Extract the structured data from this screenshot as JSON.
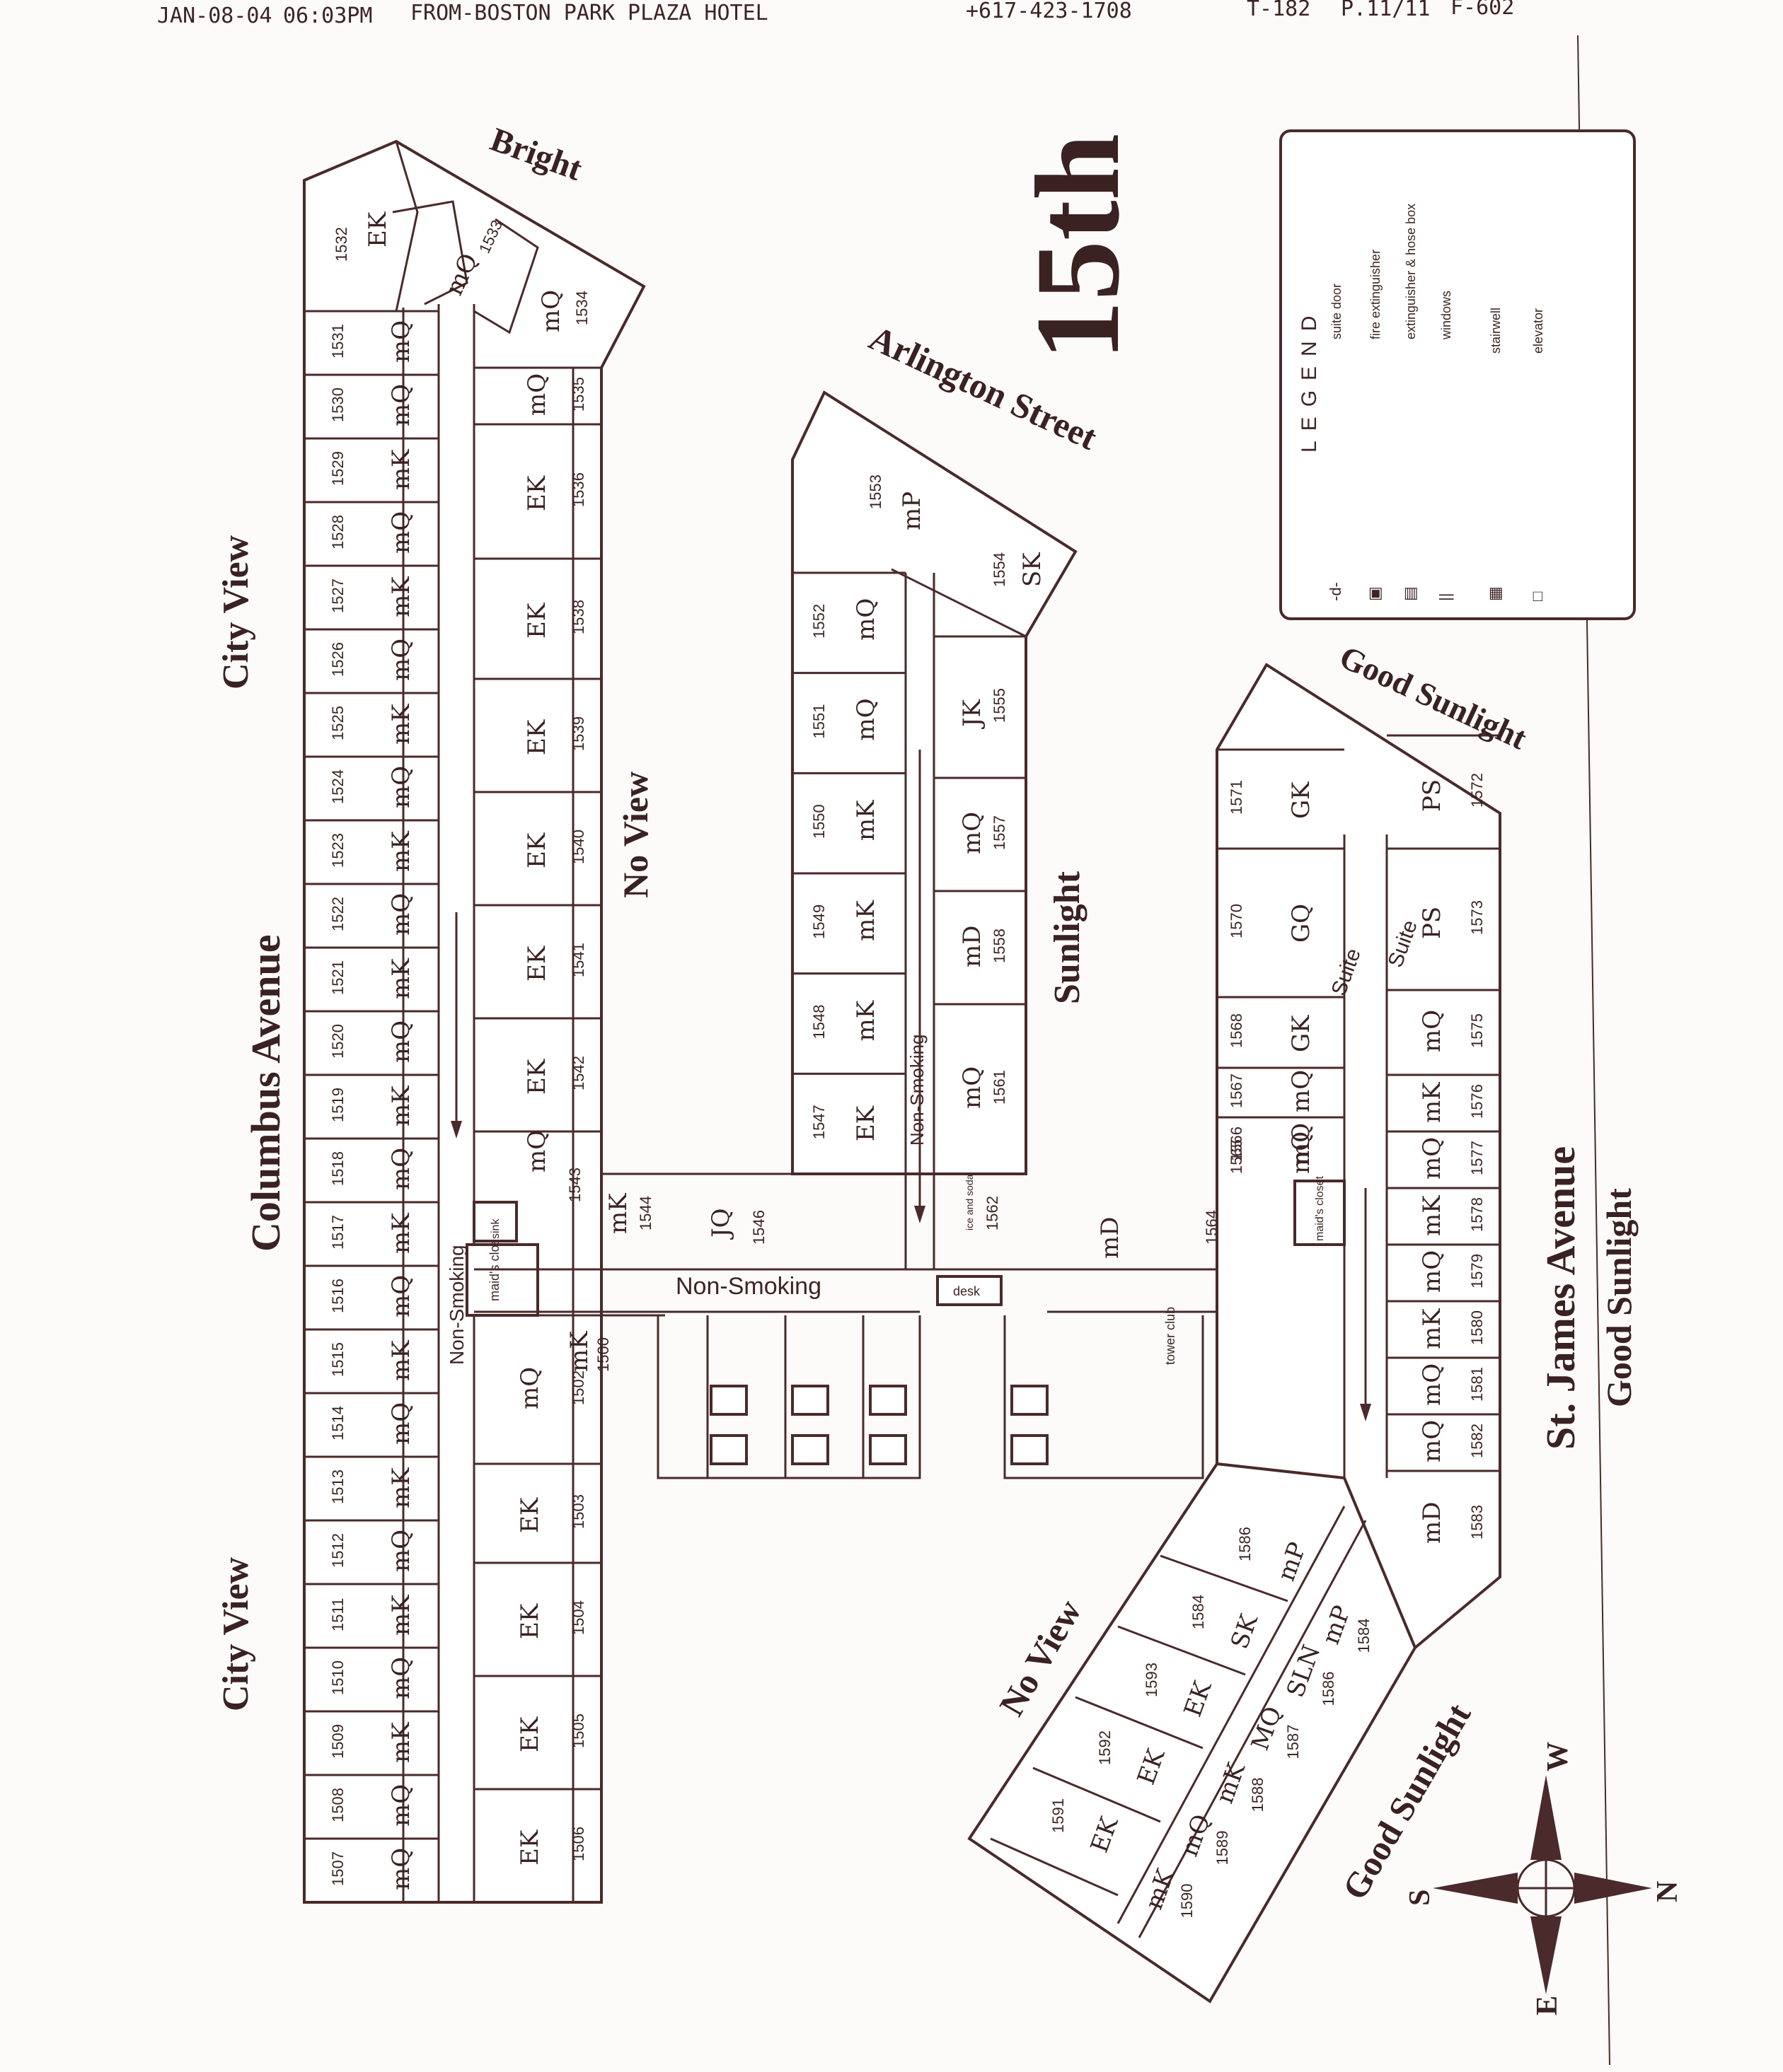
{
  "header": {
    "date": "JAN-08-04",
    "time": "06:03PM",
    "from": "FROM-BOSTON PARK PLAZA HOTEL",
    "phone": "+617-423-1708",
    "t": "T-182",
    "page": "P.11/11",
    "f": "F-602"
  },
  "floor": "15th",
  "streets": {
    "columbus": "Columbus Avenue",
    "st_james": "St. James Avenue",
    "arlington": "Arlington Street"
  },
  "views": {
    "city_top": "City View",
    "city_bottom": "City View",
    "bright": "Bright",
    "no_view_left": "No View",
    "no_view_right": "No View",
    "sunlight": "Sunlight",
    "good_sunlight_top": "Good Sunlight",
    "good_sunlight_right": "Good Sunlight",
    "good_sunlight_bottom": "Good Sunlight"
  },
  "labels": {
    "non_smoking_h": "Non-Smoking",
    "non_smoking_v1": "Non-Smoking",
    "non_smoking_v2": "Non-Smoking",
    "maids_closet_1": "maid's closet",
    "maids_closet_2": "maid's closet",
    "ice_soda": "ice and soda",
    "desk": "desk",
    "tower_club": "tower club",
    "sink": "sink",
    "suite_1": "Suite",
    "suite_2": "Suite"
  },
  "legend": {
    "title": "LEGEND",
    "items": [
      {
        "symbol": "-d-",
        "label": "suite door"
      },
      {
        "symbol": "▣",
        "label": "fire extinguisher"
      },
      {
        "symbol": "▤",
        "label": "extinguisher & hose box"
      },
      {
        "symbol": "||",
        "label": "windows"
      },
      {
        "symbol": "▦",
        "label": "stairwell"
      },
      {
        "symbol": "□",
        "label": "elevator"
      }
    ]
  },
  "compass": {
    "w": "W",
    "n": "N",
    "s": "S",
    "e": "E"
  },
  "rooms_outer_left": [
    {
      "num": "1532",
      "code": "EK"
    },
    {
      "num": "1531",
      "code": "mQ"
    },
    {
      "num": "1530",
      "code": "mQ"
    },
    {
      "num": "1529",
      "code": "mK"
    },
    {
      "num": "1528",
      "code": "mQ"
    },
    {
      "num": "1527",
      "code": "mK"
    },
    {
      "num": "1526",
      "code": "mQ"
    },
    {
      "num": "1525",
      "code": "mK"
    },
    {
      "num": "1524",
      "code": "mQ"
    },
    {
      "num": "1523",
      "code": "mK"
    },
    {
      "num": "1522",
      "code": "mQ"
    },
    {
      "num": "1521",
      "code": "mK"
    },
    {
      "num": "1520",
      "code": "mQ"
    },
    {
      "num": "1519",
      "code": "mK"
    },
    {
      "num": "1518",
      "code": "mQ"
    },
    {
      "num": "1517",
      "code": "mK"
    },
    {
      "num": "1516",
      "code": "mQ"
    },
    {
      "num": "1515",
      "code": "mK"
    },
    {
      "num": "1514",
      "code": "mQ"
    },
    {
      "num": "1513",
      "code": "mK"
    },
    {
      "num": "1512",
      "code": "mQ"
    },
    {
      "num": "1511",
      "code": "mK"
    },
    {
      "num": "1510",
      "code": "mQ"
    },
    {
      "num": "1509",
      "code": "mK"
    },
    {
      "num": "1508",
      "code": "mQ"
    },
    {
      "num": "1507",
      "code": "mQ"
    }
  ],
  "rooms_inner_left": [
    {
      "num": "1534",
      "code": "mQ"
    },
    {
      "num": "1535",
      "code": "mQ"
    },
    {
      "num": "1536",
      "code": "EK"
    },
    {
      "num": "1538",
      "code": "EK"
    },
    {
      "num": "1539",
      "code": "EK"
    },
    {
      "num": "1540",
      "code": "EK"
    },
    {
      "num": "1541",
      "code": "EK"
    },
    {
      "num": "1542",
      "code": "EK"
    },
    {
      "num": "1543",
      "code": "mQ"
    },
    {
      "num": "1502",
      "code": "mQ"
    },
    {
      "num": "1503",
      "code": "EK"
    },
    {
      "num": "1504",
      "code": "EK"
    },
    {
      "num": "1505",
      "code": "EK"
    },
    {
      "num": "1506",
      "code": "EK"
    }
  ],
  "rooms_misc": [
    {
      "num": "1533",
      "code": "mQ"
    },
    {
      "num": "1544",
      "code": "mK"
    },
    {
      "num": "1546",
      "code": "JQ"
    },
    {
      "num": "1500",
      "code": "mK"
    },
    {
      "num": "1562",
      "code": "mD"
    },
    {
      "num": "1564",
      "code": "mD"
    }
  ],
  "rooms_center_left": [
    {
      "num": "1552",
      "code": "mQ"
    },
    {
      "num": "1551",
      "code": "mQ"
    },
    {
      "num": "1550",
      "code": "mK"
    },
    {
      "num": "1549",
      "code": "mK"
    },
    {
      "num": "1548",
      "code": "mK"
    },
    {
      "num": "1547",
      "code": "EK"
    }
  ],
  "rooms_center_right": [
    {
      "num": "1553",
      "code": "mP"
    },
    {
      "num": "1554",
      "code": "SK"
    },
    {
      "num": "1555",
      "code": "JK"
    },
    {
      "num": "1557",
      "code": "mQ"
    },
    {
      "num": "1558",
      "code": "mD"
    },
    {
      "num": "1561",
      "code": "mQ"
    }
  ],
  "rooms_right_inner": [
    {
      "num": "1571",
      "code": "GK"
    },
    {
      "num": "1570",
      "code": "GQ"
    },
    {
      "num": "1568",
      "code": "GK"
    },
    {
      "num": "1567",
      "code": "mQ"
    },
    {
      "num": "1566",
      "code": "mQ"
    },
    {
      "num": "1565",
      "code": "mQ"
    }
  ],
  "rooms_right_outer": [
    {
      "num": "1572",
      "code": "PS"
    },
    {
      "num": "1573",
      "code": "PS"
    },
    {
      "num": "1575",
      "code": "mQ"
    },
    {
      "num": "1576",
      "code": "mK"
    },
    {
      "num": "1577",
      "code": "mQ"
    },
    {
      "num": "1578",
      "code": "mK"
    },
    {
      "num": "1579",
      "code": "mQ"
    },
    {
      "num": "1580",
      "code": "mK"
    },
    {
      "num": "1581",
      "code": "mQ"
    },
    {
      "num": "1582",
      "code": "mQ"
    },
    {
      "num": "1583",
      "code": "mD"
    }
  ],
  "rooms_wing_inner": [
    {
      "num": "1586",
      "code": "mP"
    },
    {
      "num": "1584",
      "code": "SK"
    },
    {
      "num": "1593",
      "code": "EK"
    },
    {
      "num": "1592",
      "code": "EK"
    },
    {
      "num": "1591",
      "code": "EK"
    }
  ],
  "rooms_wing_outer": [
    {
      "num": "1584",
      "code": "mP"
    },
    {
      "num": "1586",
      "code": "SLN"
    },
    {
      "num": "1587",
      "code": "MQ"
    },
    {
      "num": "1588",
      "code": "mK"
    },
    {
      "num": "1589",
      "code": "mQ"
    },
    {
      "num": "1590",
      "code": "mK"
    }
  ]
}
